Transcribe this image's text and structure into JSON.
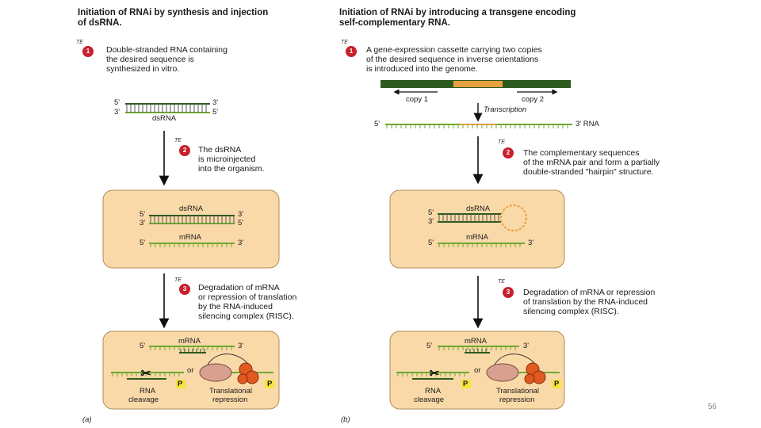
{
  "panel_a": {
    "title": [
      "Initiation of RNAi by synthesis and injection",
      "of dsRNA."
    ],
    "step1": [
      "Double-stranded RNA containing",
      "the desired sequence is",
      "synthesized in vitro."
    ],
    "step2": [
      "The dsRNA",
      "is microinjected",
      "into the organism."
    ],
    "step3": [
      "Degradation of mRNA",
      "or repression of translation",
      "by the RNA-induced",
      "silencing complex (RISC)."
    ],
    "dsrna_label": "dsRNA",
    "box_dsrna": "dsRNA",
    "box_mrna": "mRNA",
    "bottom_mrna": "mRNA",
    "cleavage": [
      "RNA",
      "cleavage"
    ],
    "repression": [
      "Translational",
      "repression"
    ],
    "or": "or",
    "p": "P",
    "letter": "(a)"
  },
  "panel_b": {
    "title": [
      "Initiation of RNAi by introducing a transgene encoding",
      "self-complementary RNA."
    ],
    "step1": [
      "A gene-expression cassette carrying two copies",
      "of the desired sequence in inverse orientations",
      "is introduced into the genome."
    ],
    "step2": [
      "The complementary sequences",
      "of the mRNA pair and form a partially",
      "double-stranded \"hairpin\" structure."
    ],
    "step3": [
      "Degradation of mRNA or repression",
      "of translation by the RNA-induced",
      "silencing complex (RISC)."
    ],
    "copy1": "copy 1",
    "copy2": "copy 2",
    "transcription": "Transcription",
    "rna_3": "3' RNA",
    "box_dsrna": "dsRNA",
    "box_mrna": "mRNA",
    "bottom_mrna": "mRNA",
    "cleavage": [
      "RNA",
      "cleavage"
    ],
    "repression": [
      "Translational",
      "repression"
    ],
    "or": "or",
    "p": "P",
    "letter": "(b)"
  },
  "ends": {
    "five": "5'",
    "three": "3'"
  },
  "step_numbers": [
    "1",
    "2",
    "3"
  ],
  "step_tag": "TE",
  "page_number": "56",
  "colors": {
    "box": "#fad9a8",
    "dark_green": "#2d5a1e",
    "light_green": "#6fa832",
    "orange": "#e8a040",
    "red": "#c8202c"
  }
}
